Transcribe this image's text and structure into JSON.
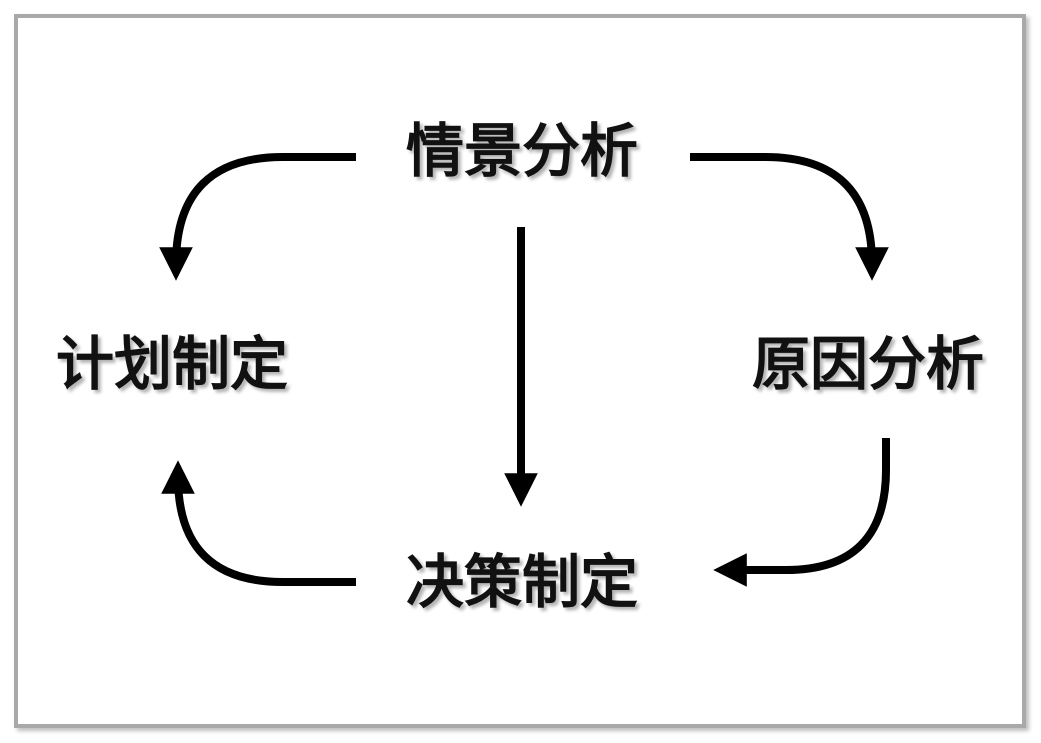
{
  "diagram": {
    "nodes": {
      "top": "情景分析",
      "left": "计划制定",
      "right": "原因分析",
      "bottom": "决策制定"
    },
    "edges": [
      {
        "from": "top",
        "to": "left"
      },
      {
        "from": "top",
        "to": "right"
      },
      {
        "from": "top",
        "to": "bottom"
      },
      {
        "from": "right",
        "to": "bottom"
      },
      {
        "from": "bottom",
        "to": "left"
      }
    ],
    "colors": {
      "arrow": "#000000",
      "text": "#111111",
      "frame_border": "#a9a9a9",
      "background": "#ffffff"
    }
  }
}
